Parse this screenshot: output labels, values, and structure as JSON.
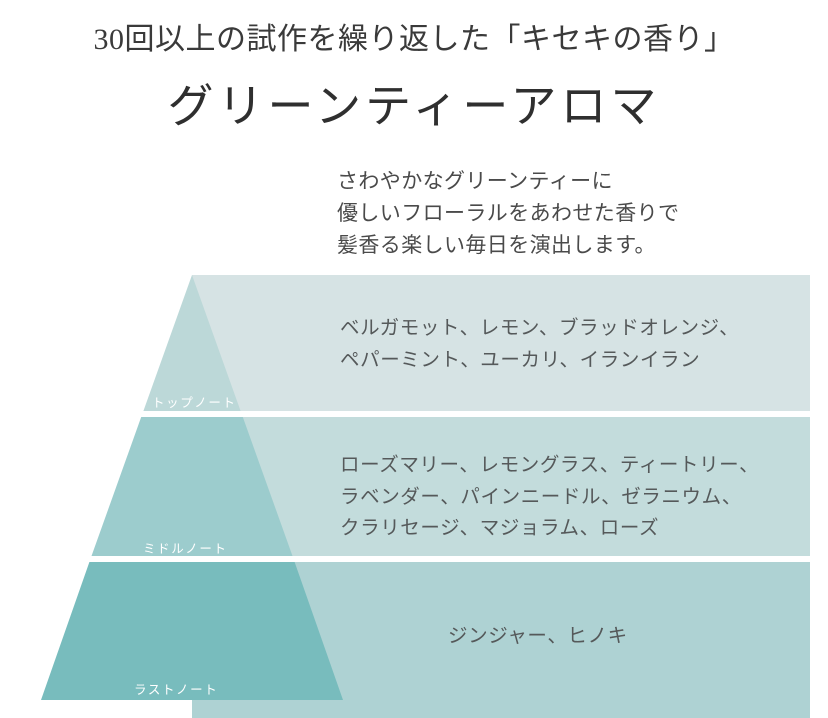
{
  "header": {
    "kicker": "30回以上の試作を繰り返した「キセキの香り」",
    "title": "グリーンティーアロマ",
    "lead_lines": [
      "さわやかなグリーンティーに",
      "優しいフローラルをあわせた香りで",
      "髪香る楽しい毎日を演出します。"
    ]
  },
  "pyramid": {
    "notes": [
      {
        "label": "トップノート",
        "ingredient_lines": [
          "ベルガモット、レモン、ブラッドオレンジ、",
          "ペパーミント、ユーカリ、イランイラン"
        ],
        "ingredients": [
          "ベルガモット",
          "レモン",
          "ブラッドオレンジ",
          "ペパーミント",
          "ユーカリ",
          "イランイラン"
        ],
        "triangle_color": "#bcd8d8",
        "band_color": "#d6e3e4"
      },
      {
        "label": "ミドルノート",
        "ingredient_lines": [
          "ローズマリー、レモングラス、ティートリー、",
          "ラベンダー、パインニードル、ゼラニウム、",
          "クラリセージ、マジョラム、ローズ"
        ],
        "ingredients": [
          "ローズマリー",
          "レモングラス",
          "ティートリー",
          "ラベンダー",
          "パインニードル",
          "ゼラニウム",
          "クラリセージ",
          "マジョラム",
          "ローズ"
        ],
        "triangle_color": "#9ccccd",
        "band_color": "#c3dcdc"
      },
      {
        "label": "ラストノート",
        "ingredient_lines": [
          "ジンジャー、ヒノキ"
        ],
        "ingredients": [
          "ジンジャー",
          "ヒノキ"
        ],
        "triangle_color": "#78bcbd",
        "band_color": "#aed2d3"
      }
    ]
  },
  "colors": {
    "background": "#ffffff",
    "heading_text": "#2f2f2f",
    "body_text": "#4a4a4a",
    "ingredient_text": "#55595a",
    "note_label_text": "#ffffff"
  }
}
